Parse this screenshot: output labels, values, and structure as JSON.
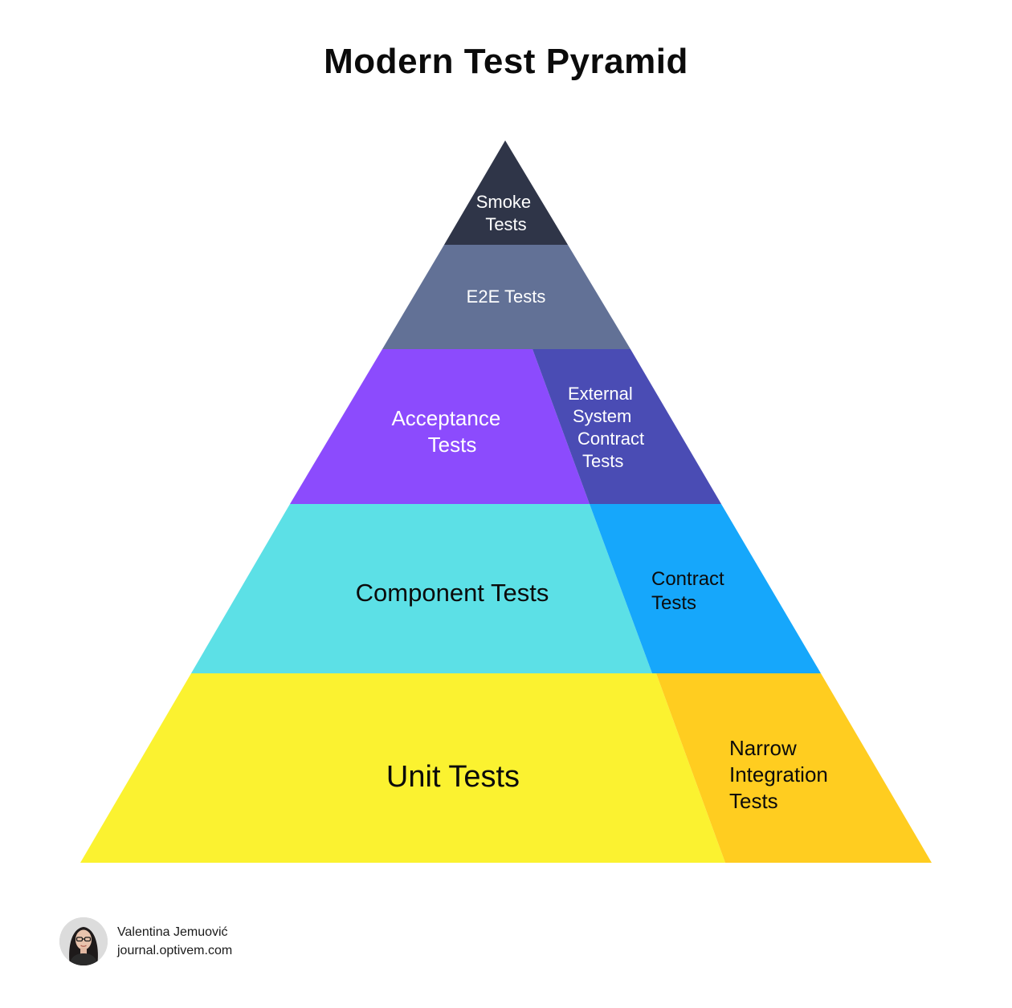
{
  "title": "Modern Test Pyramid",
  "layers": {
    "smoke": {
      "lines": [
        "Smoke",
        "Tests"
      ],
      "color": "#2f3548",
      "text_color": "#ffffff"
    },
    "e2e": {
      "lines": [
        "E2E Tests"
      ],
      "color": "#627196",
      "text_color": "#ffffff"
    },
    "acceptance": {
      "lines": [
        "Acceptance",
        "Tests"
      ],
      "color": "#8c4bfd",
      "text_color": "#ffffff"
    },
    "external_contract": {
      "lines": [
        "External",
        "System",
        "Contract",
        "Tests"
      ],
      "color": "#4a4cb4",
      "text_color": "#ffffff"
    },
    "component": {
      "lines": [
        "Component Tests"
      ],
      "color": "#5ce0e6",
      "text_color": "#0b0b0b"
    },
    "contract": {
      "lines": [
        "Contract",
        "Tests"
      ],
      "color": "#16a7fb",
      "text_color": "#0b0b0b"
    },
    "unit": {
      "lines": [
        "Unit Tests"
      ],
      "color": "#fbf230",
      "text_color": "#0b0b0b"
    },
    "narrow_integration": {
      "lines": [
        "Narrow",
        "Integration",
        "Tests"
      ],
      "color": "#ffcd20",
      "text_color": "#0b0b0b"
    }
  },
  "author": {
    "name": "Valentina Jemuović",
    "site": "journal.optivem.com",
    "avatar_icon": "person-avatar-icon"
  }
}
